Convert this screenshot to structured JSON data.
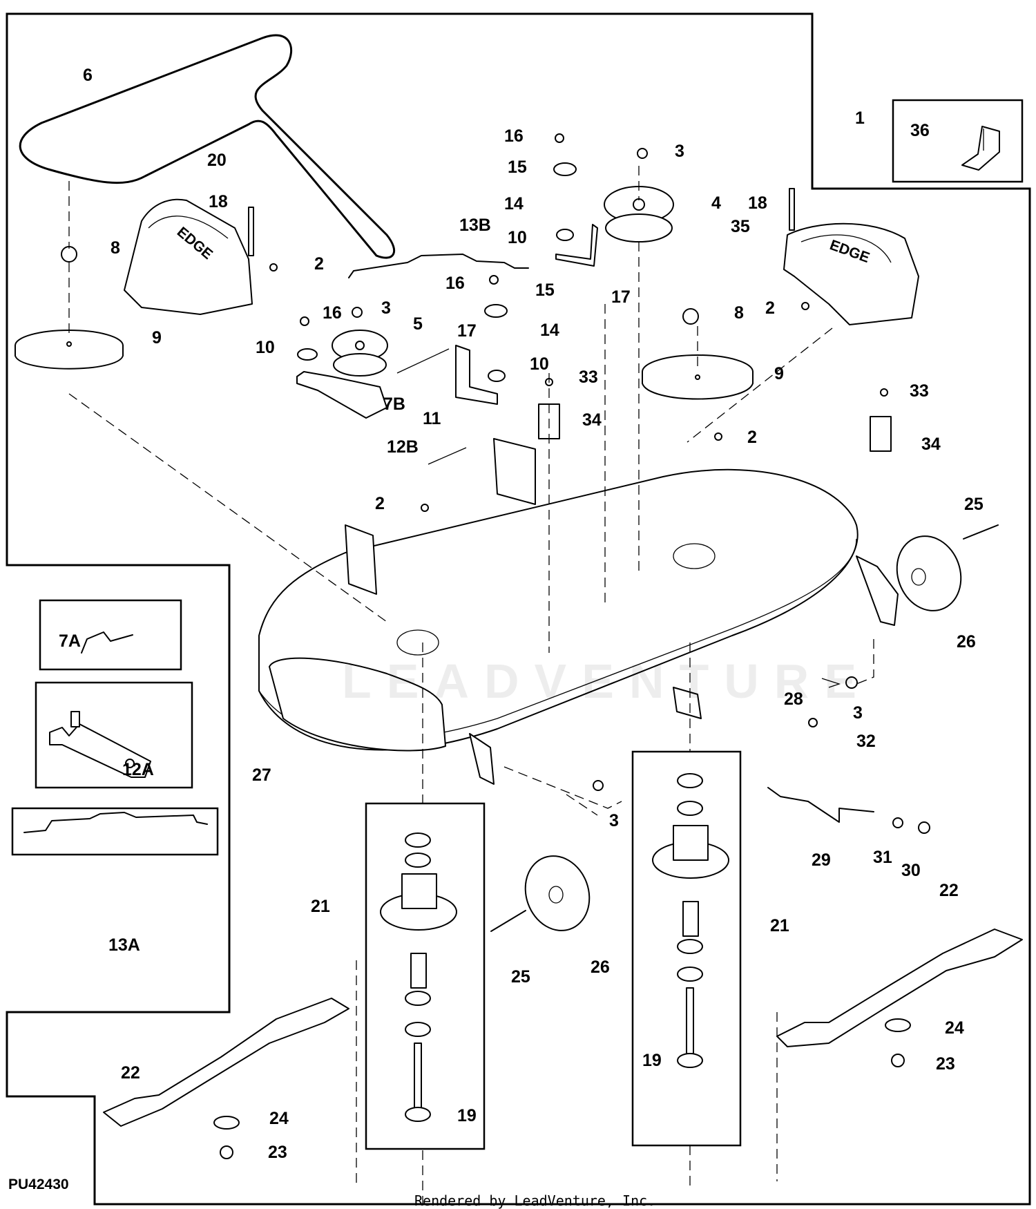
{
  "diagram": {
    "title": "Mower deck exploded parts diagram",
    "figure_code": "PU42430",
    "credit": "Rendered by LeadVenture, Inc.",
    "watermark": "LEADVENTURE",
    "decal_text": "EDGE"
  },
  "callouts": [
    {
      "id": "c6",
      "text": "6"
    },
    {
      "id": "c20",
      "text": "20"
    },
    {
      "id": "c18a",
      "text": "18"
    },
    {
      "id": "c8a",
      "text": "8"
    },
    {
      "id": "c2a",
      "text": "2"
    },
    {
      "id": "c9a",
      "text": "9"
    },
    {
      "id": "c16a",
      "text": "16"
    },
    {
      "id": "c15a",
      "text": "15"
    },
    {
      "id": "c14a",
      "text": "14"
    },
    {
      "id": "c13b",
      "text": "13B"
    },
    {
      "id": "c10a",
      "text": "10"
    },
    {
      "id": "c16b",
      "text": "16"
    },
    {
      "id": "c15b",
      "text": "15"
    },
    {
      "id": "c3a",
      "text": "3"
    },
    {
      "id": "c4",
      "text": "4"
    },
    {
      "id": "c17a",
      "text": "17"
    },
    {
      "id": "c3b",
      "text": "3"
    },
    {
      "id": "c16c",
      "text": "16"
    },
    {
      "id": "c5",
      "text": "5"
    },
    {
      "id": "c17b",
      "text": "17"
    },
    {
      "id": "c14b",
      "text": "14"
    },
    {
      "id": "c10b",
      "text": "10"
    },
    {
      "id": "c10c",
      "text": "10"
    },
    {
      "id": "c33a",
      "text": "33"
    },
    {
      "id": "c7b",
      "text": "7B"
    },
    {
      "id": "c12b",
      "text": "12B"
    },
    {
      "id": "c11",
      "text": "11"
    },
    {
      "id": "c34a",
      "text": "34"
    },
    {
      "id": "c1",
      "text": "1"
    },
    {
      "id": "c36",
      "text": "36"
    },
    {
      "id": "c18b",
      "text": "18"
    },
    {
      "id": "c35",
      "text": "35"
    },
    {
      "id": "c8b",
      "text": "8"
    },
    {
      "id": "c2b",
      "text": "2"
    },
    {
      "id": "c9b",
      "text": "9"
    },
    {
      "id": "c33b",
      "text": "33"
    },
    {
      "id": "c2c",
      "text": "2"
    },
    {
      "id": "c34b",
      "text": "34"
    },
    {
      "id": "c25a",
      "text": "25"
    },
    {
      "id": "c26a",
      "text": "26"
    },
    {
      "id": "c2d",
      "text": "2"
    },
    {
      "id": "c3c",
      "text": "3"
    },
    {
      "id": "c28",
      "text": "28"
    },
    {
      "id": "c32",
      "text": "32"
    },
    {
      "id": "c27",
      "text": "27"
    },
    {
      "id": "c3d",
      "text": "3"
    },
    {
      "id": "c29",
      "text": "29"
    },
    {
      "id": "c31",
      "text": "31"
    },
    {
      "id": "c30",
      "text": "30"
    },
    {
      "id": "c21a",
      "text": "21"
    },
    {
      "id": "c21b",
      "text": "21"
    },
    {
      "id": "c22a",
      "text": "22"
    },
    {
      "id": "c25b",
      "text": "25"
    },
    {
      "id": "c26b",
      "text": "26"
    },
    {
      "id": "c24a",
      "text": "24"
    },
    {
      "id": "c23a",
      "text": "23"
    },
    {
      "id": "c19a",
      "text": "19"
    },
    {
      "id": "c22b",
      "text": "22"
    },
    {
      "id": "c24b",
      "text": "24"
    },
    {
      "id": "c19b",
      "text": "19"
    },
    {
      "id": "c23b",
      "text": "23"
    },
    {
      "id": "c7a",
      "text": "7A"
    },
    {
      "id": "c12a",
      "text": "12A"
    },
    {
      "id": "c13a",
      "text": "13A"
    }
  ]
}
